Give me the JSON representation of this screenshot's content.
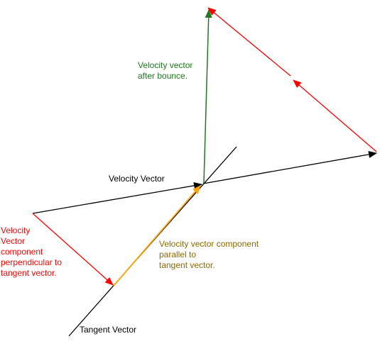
{
  "labels": {
    "velocity_after_bounce": [
      "Velocity vector",
      "after bounce."
    ],
    "velocity_vector": "Velocity Vector",
    "perpendicular_component": [
      "Velocity",
      "Vector",
      "component",
      "perpendicular to",
      "tangent vector."
    ],
    "parallel_component": [
      "Velocity vector component",
      "parallel to",
      "tangent vector."
    ],
    "tangent_vector": "Tangent Vector"
  },
  "colors": {
    "velocity": "#000000",
    "tangent": "#000000",
    "after_bounce": "#1e7a1e",
    "perpendicular": "#ff0000",
    "parallel": "#ffa500",
    "after_bounce_text": "#1e7a1e",
    "perpendicular_text": "#ff0000",
    "parallel_text": "#8a6a00"
  }
}
